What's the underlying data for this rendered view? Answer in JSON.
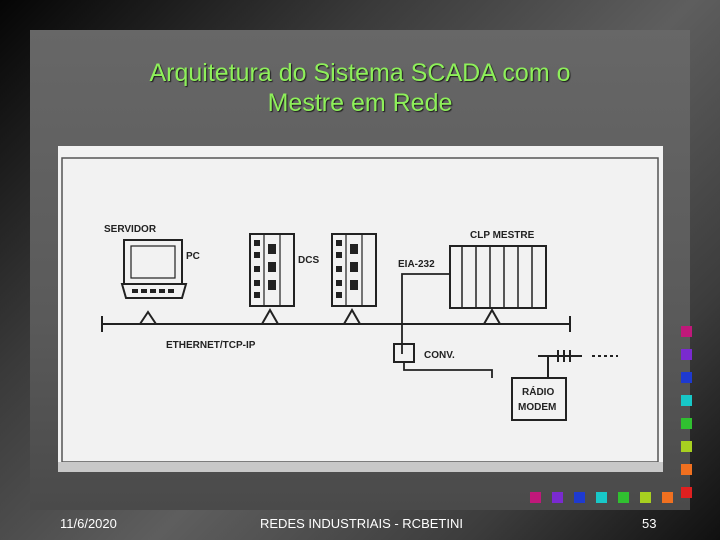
{
  "slide": {
    "title_line1": "Arquitetura do Sistema SCADA com o",
    "title_line2": "Mestre em Rede"
  },
  "diagram": {
    "labels": {
      "servidor": "SERVIDOR",
      "pc": "PC",
      "dcs": "DCS",
      "clp_mestre": "CLP MESTRE",
      "eia232": "EIA-232",
      "ethernet": "ETHERNET/TCP-IP",
      "conv": "CONV.",
      "radio_line1": "RÁDIO",
      "radio_line2": "MODEM"
    }
  },
  "footer": {
    "date": "11/6/2020",
    "center": "REDES INDUSTRIAIS  - RCBETINI",
    "page": "53"
  },
  "decor": {
    "colors": [
      "#c0187a",
      "#7a2ad0",
      "#1e3ad0",
      "#18c8c8",
      "#30c030",
      "#a8d020",
      "#f07020",
      "#e02020"
    ]
  }
}
